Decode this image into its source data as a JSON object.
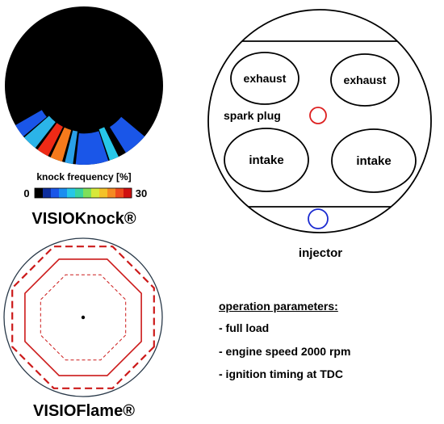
{
  "knock": {
    "colorbar_label": "knock frequency [%]",
    "scale_min": "0",
    "scale_max": "30",
    "colorbar_colors": [
      "#000000",
      "#0d2e9e",
      "#1a56e8",
      "#1b8ef0",
      "#27c7e8",
      "#3ad3a0",
      "#7fe05a",
      "#d7e83a",
      "#f4c22a",
      "#f58a22",
      "#ee4a1c",
      "#d01010"
    ],
    "segment_colors": [
      "#1a56e8",
      "#2bb4e8",
      "#ee2a16",
      "#f57a1c",
      "#2aa0e8",
      "#1a56e8",
      "#27c7e8",
      "#1a56e8"
    ],
    "title": "VISIOKnock®"
  },
  "flame": {
    "title": "VISIOFlame®",
    "line_color": "#cc1a1a",
    "border_color": "#2a3a4a"
  },
  "head": {
    "exhaust_left": "exhaust",
    "exhaust_right": "exhaust",
    "spark_plug": "spark plug",
    "intake_left": "intake",
    "intake_right": "intake",
    "injector": "injector",
    "spark_color": "#dd2020",
    "injector_color": "#1a2ad0"
  },
  "params": {
    "title": "operation parameters:",
    "items": [
      "- full load",
      "- engine speed 2000 rpm",
      "- ignition timing at TDC"
    ]
  }
}
